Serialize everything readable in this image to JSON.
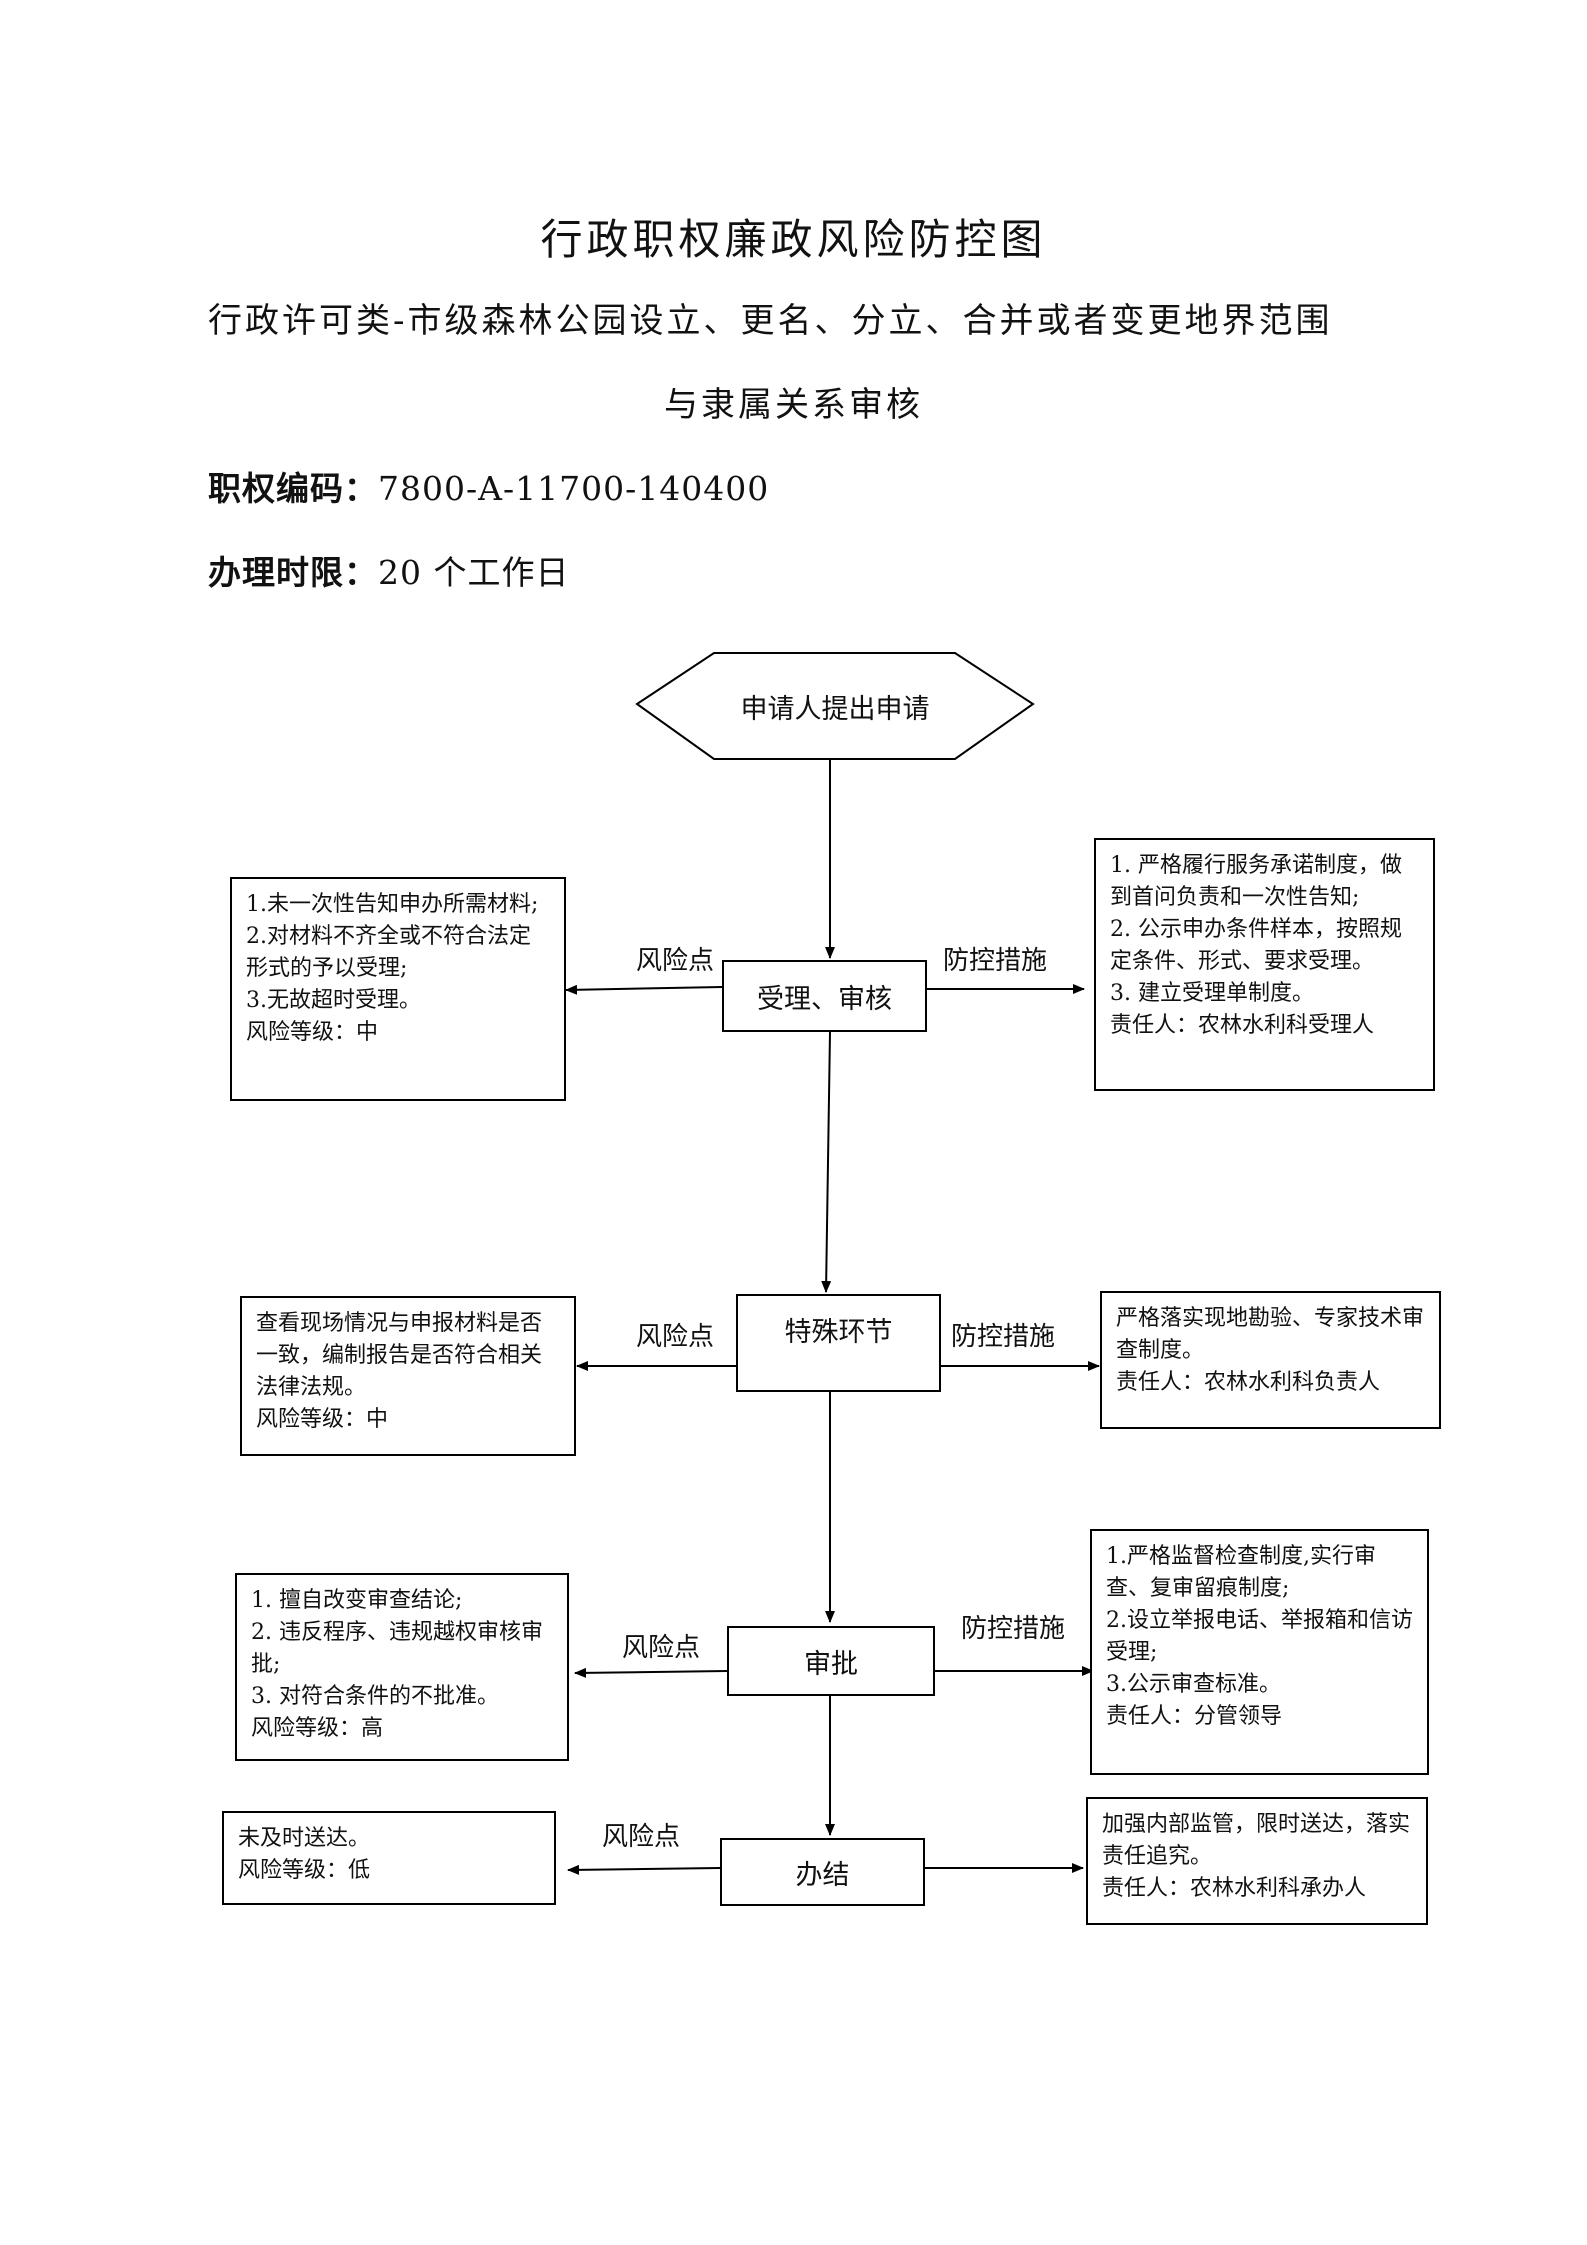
{
  "title": "行政职权廉政风险防控图",
  "subtitle_line1": "行政许可类-市级森林公园设立、更名、分立、合并或者变更地界范围",
  "subtitle_line2": "与隶属关系审核",
  "code": {
    "label": "职权编码：",
    "value": "7800-A-11700-140400"
  },
  "limit": {
    "label": "办理时限：",
    "value": "20 个工作日"
  },
  "flow": {
    "start": "申请人提出申请",
    "labels": {
      "risk": "风险点",
      "control": "防控措施"
    },
    "steps": [
      {
        "name": "受理、审核",
        "risk": [
          "1.未一次性告知申办所需材料;",
          "2.对材料不齐全或不符合法定形式的予以受理;",
          "3.无故超时受理。",
          "风险等级：中"
        ],
        "control": [
          "1. 严格履行服务承诺制度，做到首问负责和一次性告知;",
          "2. 公示申办条件样本，按照规定条件、形式、要求受理。",
          "3. 建立受理单制度。",
          "责任人：农林水利科受理人"
        ]
      },
      {
        "name": "特殊环节",
        "risk": [
          "查看现场情况与申报材料是否一致，编制报告是否符合相关法律法规。",
          "风险等级：中"
        ],
        "control": [
          "严格落实现地勘验、专家技术审查制度。",
          "责任人：农林水利科负责人"
        ]
      },
      {
        "name": "审批",
        "risk": [
          "1. 擅自改变审查结论;",
          "2. 违反程序、违规越权审核审批;",
          "3. 对符合条件的不批准。",
          "风险等级：高"
        ],
        "control": [
          "1.严格监督检查制度,实行审查、复审留痕制度;",
          "2.设立举报电话、举报箱和信访受理;",
          "3.公示审查标准。",
          "责任人：分管领导"
        ]
      },
      {
        "name": "办结",
        "risk": [
          "未及时送达。",
          "风险等级：低"
        ],
        "control": [
          "加强内部监管，限时送达，落实责任追究。",
          "责任人：农林水利科承办人"
        ]
      }
    ]
  }
}
